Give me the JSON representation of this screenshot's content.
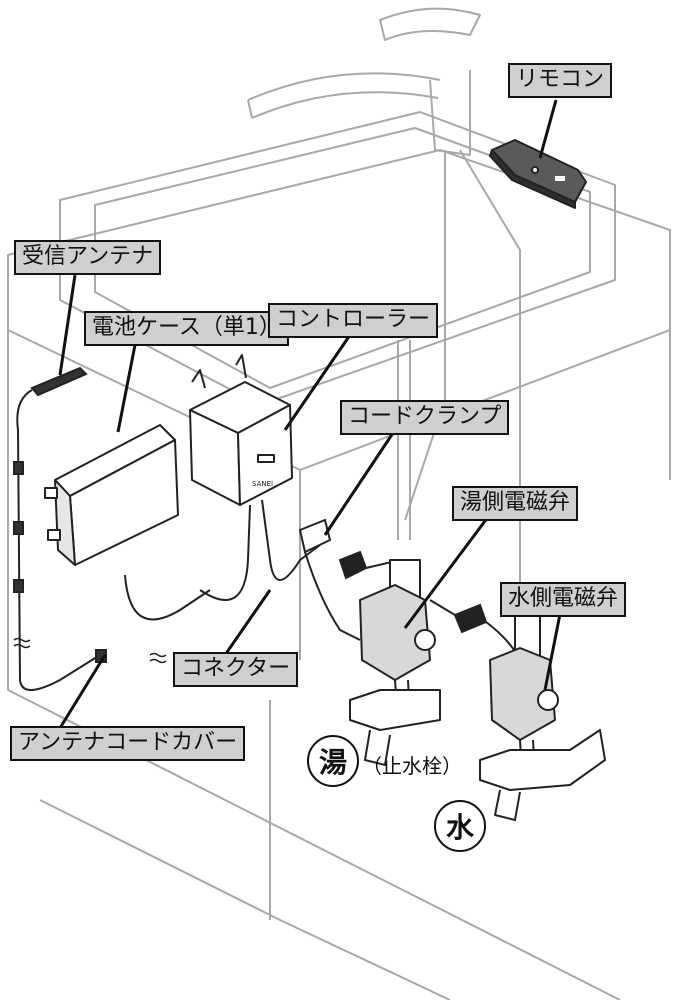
{
  "labels": {
    "remote": "リモコン",
    "antenna": "受信アンテナ",
    "battery_case": "電池ケース（単1）",
    "controller": "コントローラー",
    "cord_clamp": "コードクランプ",
    "hot_valve": "湯側電磁弁",
    "cold_valve": "水側電磁弁",
    "connector": "コネクター",
    "antenna_cover": "アンテナコードカバー",
    "stop_valve": "（止水栓）",
    "hot_mark": "湯",
    "cold_mark": "水",
    "brand": "SANEI"
  },
  "colors": {
    "line": "#222222",
    "faint": "#9a9a9a",
    "callout_fill": "#cfcfcf"
  }
}
